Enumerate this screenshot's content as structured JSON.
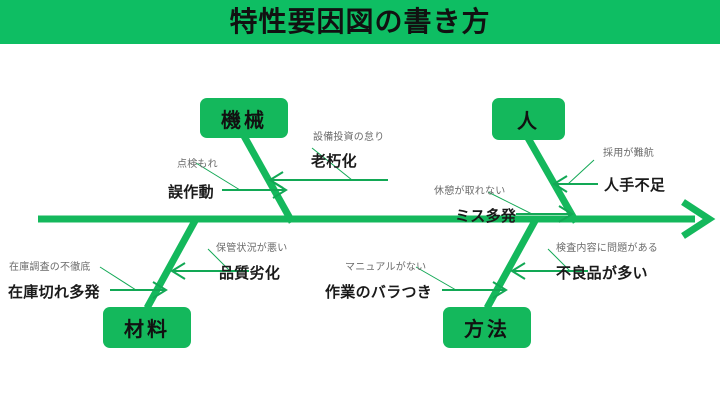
{
  "header": {
    "title": "特性要因図の書き方",
    "background_color": "#0ebe63",
    "text_color": "#111111"
  },
  "colors": {
    "spine": "#14b85c",
    "branch": "#14b85c",
    "box_fill": "#14b85c",
    "box_text": "#111111",
    "major_cause_text": "#1a1a1a",
    "minor_cause_text": "#6b6b6b",
    "arrow_thin": "#12a855"
  },
  "diagram": {
    "type": "fishbone",
    "spine_direction": "right",
    "categories": [
      {
        "id": "machine",
        "label": "機械",
        "position": "top",
        "causes": [
          {
            "major": "老朽化",
            "minor": "設備投資の怠り"
          },
          {
            "major": "誤作動",
            "minor": "点検もれ"
          }
        ]
      },
      {
        "id": "people",
        "label": "人",
        "position": "top",
        "causes": [
          {
            "major": "人手不足",
            "minor": "採用が難航"
          },
          {
            "major": "ミス多発",
            "minor": "休憩が取れない"
          }
        ]
      },
      {
        "id": "material",
        "label": "材料",
        "position": "bottom",
        "causes": [
          {
            "major": "品質劣化",
            "minor": "保管状況が悪い"
          },
          {
            "major": "在庫切れ多発",
            "minor": "在庫調査の不徹底"
          }
        ]
      },
      {
        "id": "method",
        "label": "方法",
        "position": "bottom",
        "causes": [
          {
            "major": "不良品が多い",
            "minor": "検査内容に問題がある"
          },
          {
            "major": "作業のバラつき",
            "minor": "マニュアルがない"
          }
        ]
      }
    ]
  }
}
